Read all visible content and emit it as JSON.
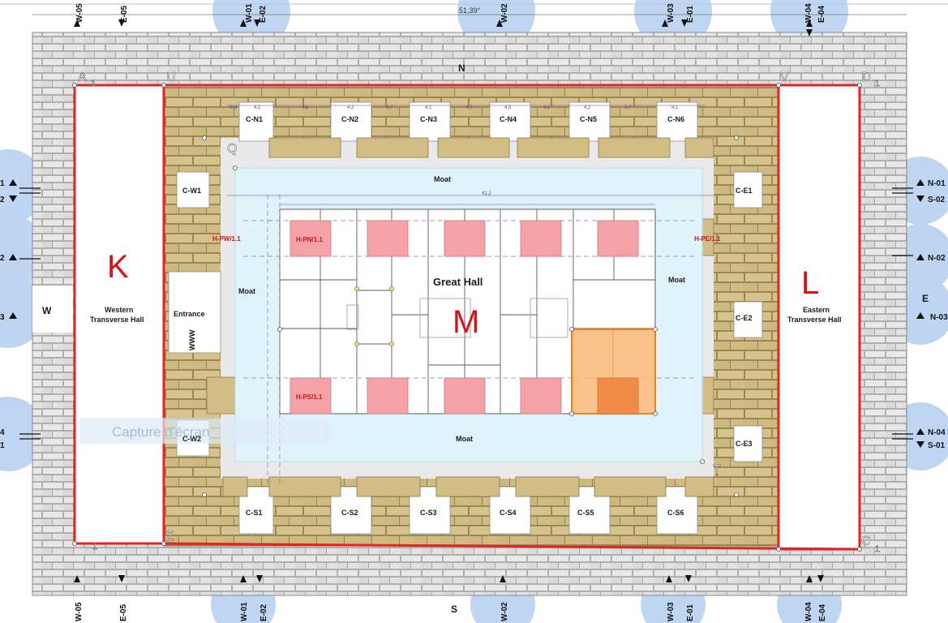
{
  "plan": {
    "compass": {
      "north": "N",
      "south": "S",
      "west": "W",
      "east": "E"
    },
    "dimension_top": "51,39°",
    "zone_letters": {
      "west": "K",
      "east": "L",
      "center": "M"
    },
    "halls": {
      "western": [
        "Western",
        "Transverse Hall"
      ],
      "eastern": [
        "Eastern",
        "Transverse Hall"
      ],
      "great": "Great Hall",
      "entrance": "Entrance"
    },
    "moat_label": "Moat",
    "chapels_north": [
      "C-N1",
      "C-N2",
      "C-N3",
      "C-N4",
      "C-N5",
      "C-N6"
    ],
    "chapels_south": [
      "C-S1",
      "C-S2",
      "C-S3",
      "C-S4",
      "C-S5",
      "C-S6"
    ],
    "chapels_west": [
      "C-W1",
      "C-W2"
    ],
    "chapels_east": [
      "C-E1",
      "C-E2",
      "C-E3"
    ],
    "piers": {
      "north": "H-PN/1.1",
      "south": "H-PS/1.1",
      "west": "H-PW/1.1",
      "east": "H-PE/1.1"
    },
    "corners": {
      "a1": [
        "A",
        "1"
      ],
      "u": "U",
      "v": "V",
      "d1": [
        "D",
        "1"
      ],
      "q": "Q",
      "t": "T",
      "z": "Z",
      "c1": [
        "C",
        "1"
      ],
      "l1": "1"
    },
    "axis_markers": {
      "top": [
        "W-05",
        "E-05",
        "W-01",
        "E-02",
        "W-02",
        "W-03",
        "E-01",
        "W-04",
        "E-04"
      ],
      "bottom": [
        "W-05",
        "E-05",
        "W-01",
        "E-02",
        "W-02",
        "W-03",
        "E-01",
        "W-04",
        "E-04"
      ],
      "right": [
        "N-01",
        "S-02",
        "N-02",
        "N-03",
        "N-04",
        "S-01"
      ],
      "left": [
        "1",
        "2",
        "2",
        "3",
        "4",
        "1"
      ]
    },
    "watermark": "Capture d'écran",
    "entrance_mark": "WWW"
  },
  "colors": {
    "stone_light": "#e6e6e6",
    "stone_dark": "#cfcfcf",
    "tan": "#d2bd87",
    "moat": "#dff3fb",
    "red_line": "#e62222",
    "pink_pier": "#f4a2a8",
    "orange_box": "#f5a35a",
    "axis_circle": "#a9c8ee"
  }
}
